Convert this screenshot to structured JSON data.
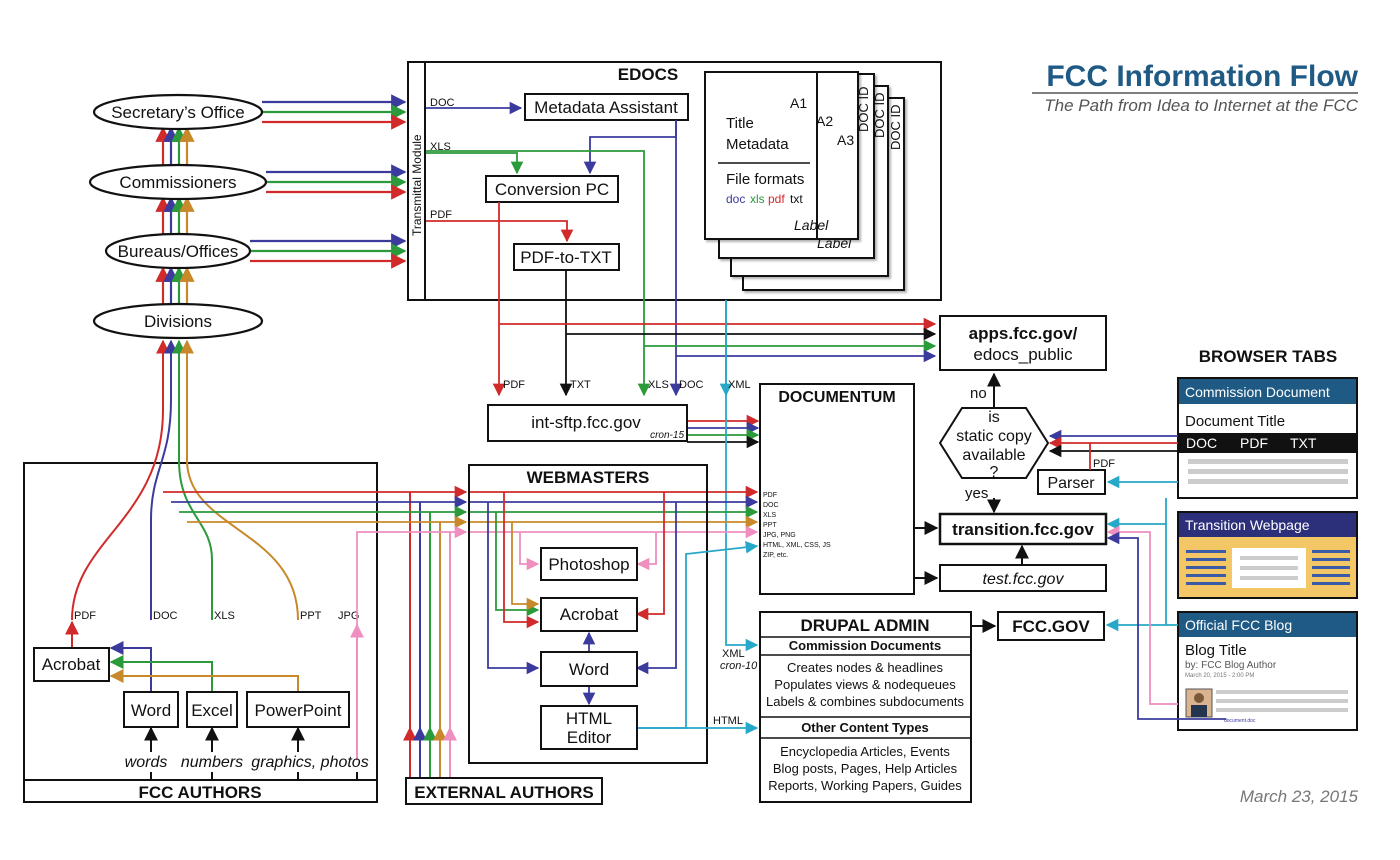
{
  "header": {
    "title": "FCC Information Flow",
    "subtitle": "The Path from Idea to Internet at the FCC",
    "date": "March 23, 2015"
  },
  "colors": {
    "doc": "#3b3b9e",
    "xls": "#2a9a3a",
    "pdf": "#d12a2a",
    "ppt": "#c8892a",
    "jpg": "#ee8fc0",
    "html": "#27a8c8",
    "txt": "#111111",
    "title": "#1f5a85",
    "tab_header": "#1f5a85",
    "transition_header": "#2c2f7a",
    "transition_body": "#f4c766"
  },
  "org": {
    "secretary": "Secretary’s Office",
    "commissioners": "Commissioners",
    "bureaus": "Bureaus/Offices",
    "divisions": "Divisions"
  },
  "fcc_authors": {
    "heading": "FCC AUTHORS",
    "acrobat": "Acrobat",
    "word": "Word",
    "excel": "Excel",
    "powerpoint": "PowerPoint",
    "words": "words",
    "numbers": "numbers",
    "graphics": "graphics, photos",
    "pdf": "PDF",
    "doc": "DOC",
    "xls": "XLS",
    "ppt": "PPT",
    "jpg": "JPG"
  },
  "external_authors": "EXTERNAL AUTHORS",
  "edocs": {
    "heading": "EDOCS",
    "transmittal": "Transmittal Module",
    "metadata_assistant": "Metadata Assistant",
    "conversion_pc": "Conversion PC",
    "pdf_to_txt": "PDF-to-TXT",
    "doc": "DOC",
    "xls": "XLS",
    "pdf": "PDF",
    "record": {
      "a1": "A1",
      "a2": "A2",
      "a3": "A3",
      "docid": "DOC ID",
      "title": "Title",
      "metadata": "Metadata",
      "file_formats": "File formats",
      "fmt_doc": "doc",
      "fmt_xls": "xls",
      "fmt_pdf": "pdf",
      "fmt_txt": "txt",
      "label": "Label"
    }
  },
  "apps": {
    "line1": "apps.fcc.gov/",
    "line2": "edocs_public"
  },
  "sftp": {
    "name": "int-sftp.fcc.gov",
    "cron": "cron-15",
    "pdf": "PDF",
    "txt": "TXT",
    "xls": "XLS",
    "doc": "DOC",
    "xml": "XML"
  },
  "documentum": {
    "heading": "DOCUMENTUM",
    "formats": [
      "PDF",
      "DOC",
      "XLS",
      "PPT",
      "JPG, PNG",
      "HTML, XML, CSS, JS",
      "ZIP, etc."
    ]
  },
  "webmasters": {
    "heading": "WEBMASTERS",
    "photoshop": "Photoshop",
    "acrobat": "Acrobat",
    "word": "Word",
    "html_editor_1": "HTML",
    "html_editor_2": "Editor",
    "html": "HTML"
  },
  "drupal": {
    "heading": "DRUPAL ADMIN",
    "section1": "Commission Documents",
    "items1": [
      "Creates nodes & headlines",
      "Populates views & nodequeues",
      "Labels & combines subdocuments"
    ],
    "section2": "Other Content Types",
    "items2": [
      "Encyclopedia Articles, Events",
      "Blog posts, Pages, Help Articles",
      "Reports, Working Papers, Guides"
    ],
    "xml": "XML",
    "cron": "cron-10"
  },
  "static_check": {
    "line1": "is",
    "line2": "static copy",
    "line3": "available",
    "line4": "?",
    "no": "no",
    "yes": "yes"
  },
  "parser": {
    "label": "Parser",
    "pdf": "PDF"
  },
  "transition": "transition.fcc.gov",
  "test": "test.fcc.gov",
  "fccgov": "FCC.GOV",
  "browser": {
    "heading": "BROWSER TABS",
    "tab1": {
      "header": "Commission Document",
      "title": "Document Title",
      "links": [
        "DOC",
        "PDF",
        "TXT"
      ]
    },
    "tab2": {
      "header": "Transition Webpage"
    },
    "tab3": {
      "header": "Official FCC Blog",
      "title": "Blog Title",
      "byline": "by: FCC Blog Author",
      "date": "March 20, 2015 - 2:00 PM",
      "link": "document.doc"
    }
  }
}
